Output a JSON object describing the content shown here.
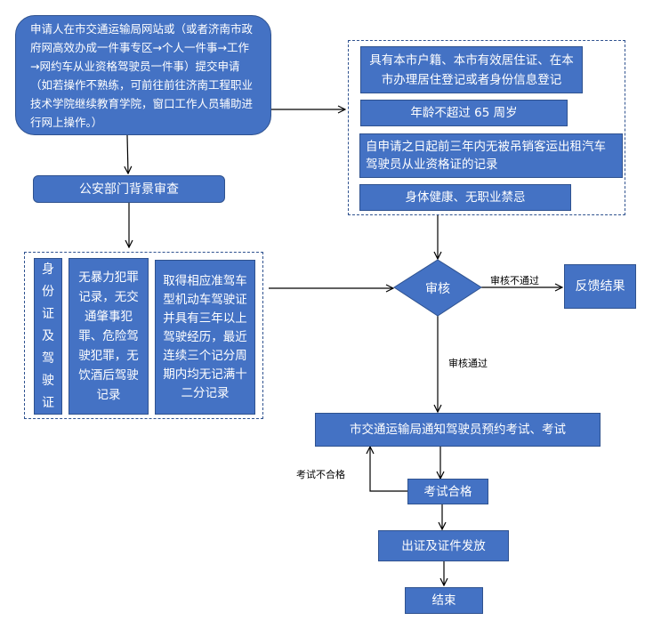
{
  "diagram": {
    "start": "申请人在市交通运输局网站或（或者济南市政府网高效办成一件事专区→个人一件事→工作→网约车从业资格驾驶员一件事）提交申请（如若操作不熟练，可前往前往济南工程职业技术学院继续教育学院，窗口工作人员辅助进行网上操作。）",
    "police_check": "公安部门背景审查",
    "police_conditions": [
      "身份证及驾驶证",
      "无暴力犯罪记录，无交通肇事犯罪、危险驾驶犯罪，无饮酒后驾驶记录",
      "取得相应准驾车型机动车驾驶证并具有三年以上驾驶经历，最近连续三个记分周期内均无记满十二分记录"
    ],
    "requirements": [
      "具有本市户籍、本市有效居住证、在本市办理居住登记或者身份信息登记",
      "年龄不超过 65 周岁",
      "自申请之日起前三年内无被吊销客运出租汽车驾驶员从业资格证的记录",
      "身体健康、无职业禁忌"
    ],
    "review": "审核",
    "review_fail_label": "审核不通过",
    "feedback": "反馈结果",
    "review_pass_label": "审核通过",
    "exam_notice": "市交通运输局通知驾驶员预约考试、考试",
    "exam_fail_label": "考试不合格",
    "exam_pass": "考试合格",
    "issue": "出证及证件发放",
    "end": "结束"
  }
}
